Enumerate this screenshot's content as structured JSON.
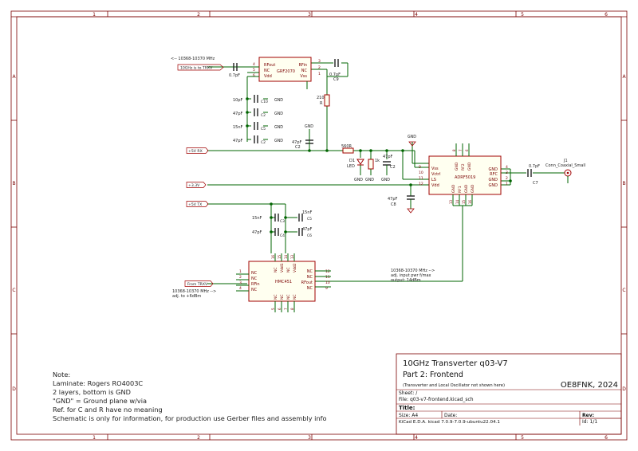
{
  "frame": {
    "col_labels": [
      "1",
      "2",
      "3",
      "4",
      "5",
      "6"
    ],
    "row_labels": [
      "A",
      "B",
      "C",
      "D"
    ]
  },
  "title_block": {
    "heading": "10GHz Transverter q03-V7",
    "part": "Part 2: Frontend",
    "remark": "(Transverter and Local Oscillator not shown here)",
    "author": "OE8FNK, 2024",
    "sheet": "Sheet: /",
    "file": "File: q03-v7-frontend.kicad_sch",
    "title_label": "Title:",
    "size": "Size: A4",
    "date": "Date:",
    "rev": "Rev:",
    "kicad": "KiCad E.D.A.  kicad 7.0.9-7.0.9-ubuntu22.04.1",
    "id": "Id: 1/1"
  },
  "notes": [
    "Note:",
    "Laminate: Rogers RO4003C",
    "2 layers, bottom is GND",
    "\"GND\" = Ground plane w/via",
    "Ref. for C and R have no meaning",
    "Schematic is only for information, for production use Gerber files and assembly info"
  ],
  "labels": {
    "freq_top": "<-- 10368-10370 MHz",
    "to_trxv": "10GHz is to TRXV",
    "plus5v_rx": "+5V RX",
    "plus3v3": "+3.3V",
    "plus5v_tx": "+5V TX",
    "from_trxv": "From TRXV",
    "freq_bottom": "10368-10370 MHz -->",
    "adj_bottom": "adj. to +6dBm",
    "right_note1": "10368-10370 MHz -->",
    "right_note2": "adj. input pwr f/max",
    "right_note3": "output: 14dBm",
    "gnd": "GND"
  },
  "components": {
    "grf2070": {
      "name": "GRF2070",
      "pins_left": [
        "RFout",
        "NC",
        "Vdd"
      ],
      "pin_nums_left": [
        "4",
        "5",
        "6"
      ],
      "pins_right": [
        "RFin",
        "NC",
        "Vss"
      ],
      "pin_nums_right": [
        "3",
        "2",
        "1"
      ]
    },
    "adrf5019": {
      "name": "ADRF5019",
      "pins_left": [
        "Vss",
        "Vctrl",
        "LS",
        "Vdd"
      ],
      "pin_nums_left": [
        "9",
        "10",
        "11",
        "12"
      ],
      "pins_right": [
        "GND",
        "RFC",
        "GND",
        "GND"
      ],
      "pin_nums_right": [
        "4",
        "3",
        "2",
        "1"
      ],
      "pins_top": [
        "GND",
        "RF2",
        "GND"
      ],
      "pin_nums_top": [
        "8",
        "7",
        "6"
      ],
      "pins_bottom": [
        "GND",
        "RF1",
        "GND",
        "GND"
      ],
      "pin_nums_bottom": [
        "13",
        "14",
        "15",
        "16"
      ]
    },
    "hmc451": {
      "name": "HMC451",
      "pins_left": [
        "NC",
        "NC",
        "RFin",
        "NC"
      ],
      "pin_nums_left": [
        "1",
        "2",
        "3",
        "4"
      ],
      "pins_right": [
        "NC",
        "NC",
        "RFout",
        "NC"
      ],
      "pin_nums_right": [
        "12",
        "11",
        "10",
        "9"
      ],
      "pins_top": [
        "NC",
        "Vdd1",
        "NC",
        "Vdd2"
      ],
      "pin_nums_top": [
        "16",
        "15",
        "14",
        "13"
      ],
      "pins_bottom": [
        "NC",
        "NC",
        "NC",
        "NC"
      ],
      "pin_nums_bottom": [
        "5",
        "6",
        "7",
        "8"
      ]
    },
    "j1": {
      "ref": "J1",
      "value": "Conn_Coaxial_Small"
    },
    "c_in": "0.7pF",
    "c9": {
      "value": "0.7pF",
      "ref": "C9"
    },
    "c7": {
      "value": "0.7pF",
      "ref": "C7"
    },
    "dec_values": [
      "10pF",
      "47pF",
      "15nF",
      "47pF"
    ],
    "dec_refs": [
      "C10",
      "C2",
      "C5",
      "C2"
    ],
    "c2_right": {
      "value": "47pF",
      "ref": "C2"
    },
    "r_210": "210",
    "r_ref": "R",
    "r_560": "560R",
    "d1": {
      "ref": "D1",
      "value": "LED"
    },
    "r_1k": "1k",
    "c2b": {
      "value": "47pF",
      "ref": "C2"
    },
    "c8": {
      "value": "47pF",
      "ref": "C8"
    },
    "c_15n": {
      "value": "15nF",
      "ref": "C3"
    },
    "c_15n_r": {
      "value": "15nF",
      "ref": "C5"
    },
    "c_47p": {
      "value": "47pF",
      "ref": "C4"
    },
    "c_47p_r": {
      "value": "47pF",
      "ref": "C6"
    }
  }
}
